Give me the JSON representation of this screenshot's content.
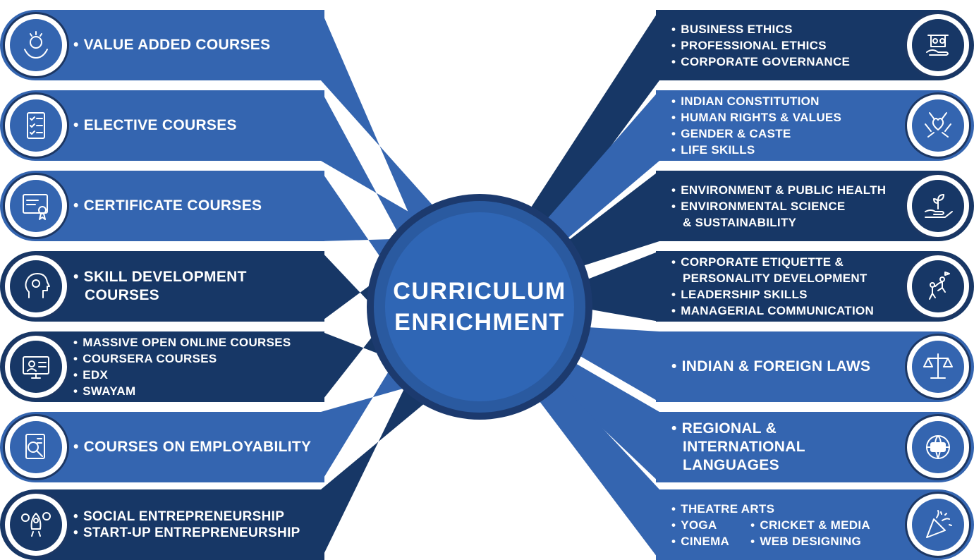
{
  "hub": {
    "title_line1": "CURRICULUM",
    "title_line2": "ENRICHMENT"
  },
  "colors": {
    "light": "#3465b0",
    "dark": "#173766",
    "ring": "#1d3763",
    "white": "#ffffff"
  },
  "left": [
    {
      "tone": "light",
      "icon": "hands-lightbulb-icon",
      "lines": [
        "VALUE ADDED COURSES"
      ]
    },
    {
      "tone": "light",
      "icon": "checklist-icon",
      "lines": [
        "ELECTIVE COURSES"
      ]
    },
    {
      "tone": "light",
      "icon": "certificate-icon",
      "lines": [
        "CERTIFICATE COURSES"
      ]
    },
    {
      "tone": "dark",
      "icon": "head-gear-icon",
      "lines": [
        "SKILL DEVELOPMENT",
        "COURSES"
      ]
    },
    {
      "tone": "dark",
      "icon": "online-class-icon",
      "lines": [
        "MASSIVE OPEN ONLINE COURSES",
        "COURSERA COURSES",
        "EDX",
        "SWAYAM"
      ]
    },
    {
      "tone": "light",
      "icon": "resume-search-icon",
      "lines": [
        "COURSES ON EMPLOYABILITY"
      ]
    },
    {
      "tone": "dark",
      "icon": "rocket-coins-icon",
      "lines": [
        "SOCIAL ENTREPRENEURSHIP",
        "START-UP ENTREPRENEURSHIP"
      ]
    }
  ],
  "right": [
    {
      "tone": "dark",
      "icon": "scales-money-icon",
      "lines": [
        "BUSINESS ETHICS",
        "PROFESSIONAL ETHICS",
        "CORPORATE GOVERNANCE"
      ]
    },
    {
      "tone": "light",
      "icon": "hands-heart-icon",
      "lines": [
        "INDIAN CONSTITUTION",
        "HUMAN RIGHTS & VALUES",
        "GENDER & CASTE",
        "LIFE SKILLS"
      ]
    },
    {
      "tone": "dark",
      "icon": "hand-plant-icon",
      "lines": [
        "ENVIRONMENT & PUBLIC HEALTH",
        "ENVIRONMENTAL SCIENCE",
        "& SUSTAINABILITY"
      ]
    },
    {
      "tone": "dark",
      "icon": "climbing-team-icon",
      "lines": [
        "CORPORATE ETIQUETTE &",
        "PERSONALITY DEVELOPMENT",
        "LEADERSHIP SKILLS",
        "MANAGERIAL COMMUNICATION"
      ]
    },
    {
      "tone": "light",
      "icon": "justice-scales-icon",
      "lines": [
        "INDIAN & FOREIGN LAWS"
      ]
    },
    {
      "tone": "light",
      "icon": "globe-translate-icon",
      "lines": [
        "REGIONAL &",
        "INTERNATIONAL",
        "LANGUAGES"
      ]
    },
    {
      "tone": "light",
      "icon": "party-popper-icon",
      "col1": [
        "THEATRE ARTS",
        "YOGA",
        "CINEMA"
      ],
      "col2": [
        "CRICKET & MEDIA",
        "WEB DESIGNING"
      ]
    }
  ]
}
